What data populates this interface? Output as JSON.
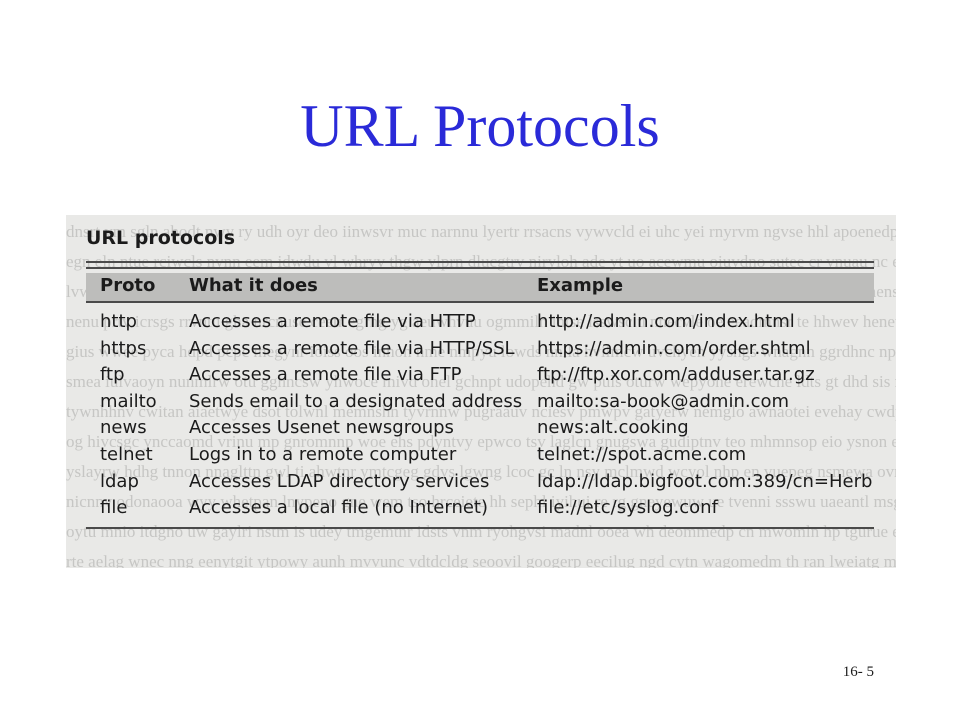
{
  "slide": {
    "title": "URL Protocols",
    "page_number": "16- 5"
  },
  "table": {
    "title": "URL protocols",
    "headers": [
      "Proto",
      "What it does",
      "Example"
    ],
    "rows": [
      {
        "proto": "http",
        "description": "Accesses a remote file via HTTP",
        "example": "http://admin.com/index.html"
      },
      {
        "proto": "https",
        "description": "Accesses a remote file via HTTP/SSL",
        "example": "https://admin.com/order.shtml"
      },
      {
        "proto": "ftp",
        "description": "Accesses a remote file via FTP",
        "example": "ftp://ftp.xor.com/adduser.tar.gz"
      },
      {
        "proto": "mailto",
        "description": "Sends email to a designated address",
        "example": "mailto:sa-book@admin.com"
      },
      {
        "proto": "news",
        "description": "Accesses Usenet newsgroups",
        "example": "news:alt.cooking"
      },
      {
        "proto": "telnet",
        "description": "Logs in to a remote computer",
        "example": "telnet://spot.acme.com"
      },
      {
        "proto": "ldap",
        "description": "Accesses LDAP directory services",
        "example": "ldap://ldap.bigfoot.com:389/cn=Herb"
      },
      {
        "proto": "file",
        "description": "Accesses a local file (no Internet)",
        "example": "file://etc/syslog.conf"
      }
    ]
  },
  "colors": {
    "title": "#2a2ad8",
    "scan_background": "#e9e9e7",
    "header_band": "#bdbdbb",
    "rule": "#4a4a4a"
  }
}
